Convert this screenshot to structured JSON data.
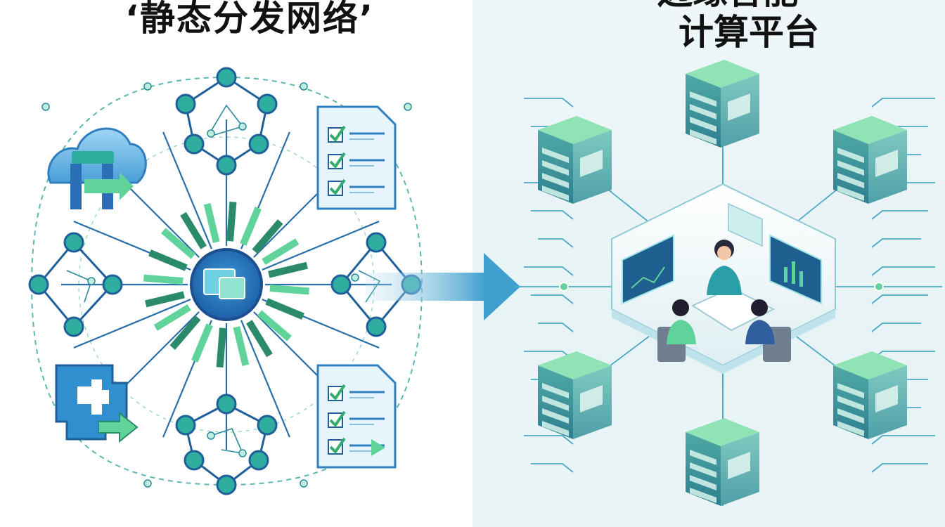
{
  "left": {
    "title": "‘静态分发网络’"
  },
  "right": {
    "title_line1": "边缘智能",
    "title_line2": "计算平台"
  },
  "colors": {
    "blue_dark": "#1f6fb5",
    "blue": "#2f8fcf",
    "teal": "#2aa89a",
    "green": "#5fd39a",
    "green_light": "#8fe3b5",
    "line": "#3a8fb8",
    "bg_right": "#eaf4f7"
  }
}
